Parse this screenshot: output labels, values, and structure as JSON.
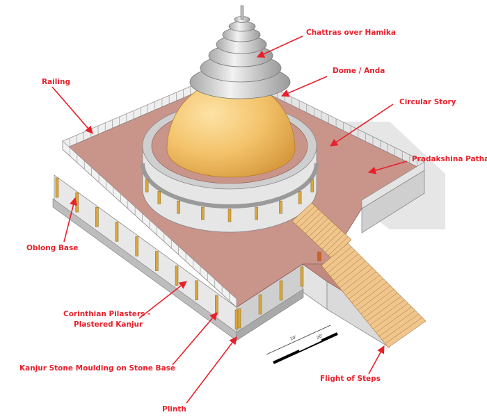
{
  "colors": {
    "label": "#e8202a",
    "arrow": "#e8202a",
    "terrace": "#c9948a",
    "stone": "#dcdcdc",
    "dome": "#f3c26a",
    "pilaster": "#d9a63c",
    "steps": "#f1c68c"
  },
  "labels": {
    "chattras": "Chattras over Hamika",
    "dome": "Dome / Anda",
    "railing": "Railing",
    "circular_story": "Circular Story",
    "pradakshina": "Pradakshina Patha",
    "oblong_base": "Oblong Base",
    "pilasters_line1": "Corinthian Pilasters -",
    "pilasters_line2": "Plastered Kanjur",
    "moulding": "Kanjur Stone Moulding on Stone Base",
    "flight": "Flight of Steps",
    "plinth": "Plinth"
  },
  "scale_bar": {
    "label_left": "10'",
    "label_right": "20'"
  }
}
